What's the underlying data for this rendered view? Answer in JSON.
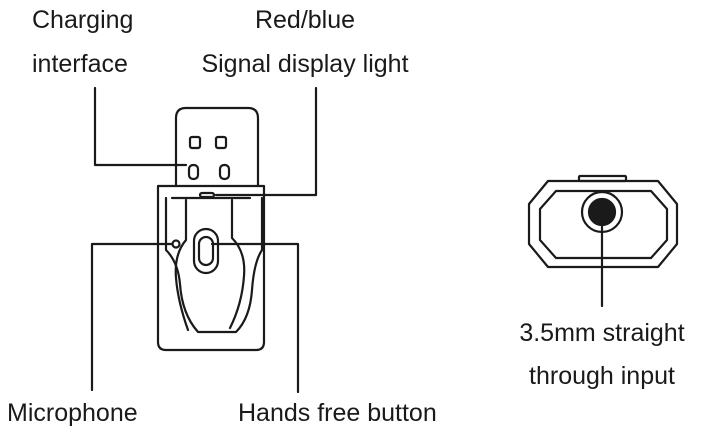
{
  "labels": {
    "charging": [
      "Charging",
      "interface"
    ],
    "signal": [
      "Red/blue",
      "Signal display light"
    ],
    "microphone": "Microphone",
    "hands_free": "Hands free button",
    "input": [
      "3.5mm straight",
      "through input"
    ]
  },
  "colors": {
    "stroke": "#1a1a1a",
    "text": "#1a1a1a",
    "background": "#ffffff"
  }
}
